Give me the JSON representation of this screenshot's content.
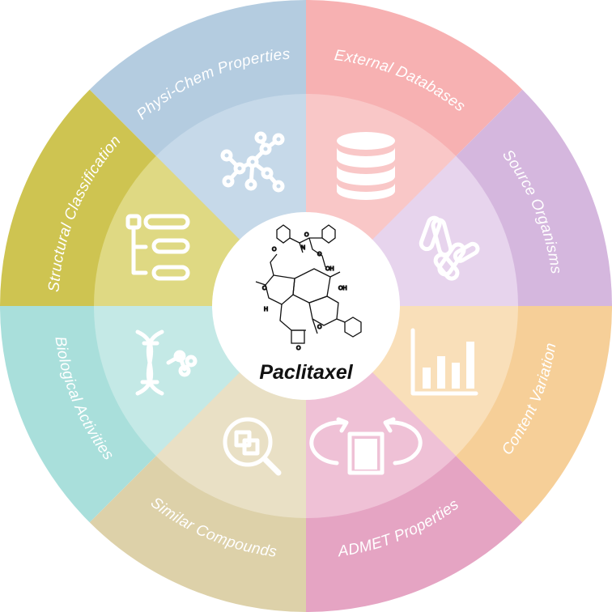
{
  "center": {
    "title": "Paclitaxel",
    "image": "paclitaxel-structure"
  },
  "segments": [
    {
      "id": "physi-chem",
      "label": "Physi-Chem Properties",
      "outer_color": "#b4cce0",
      "inner_color": "#c6d9e9",
      "icon": "network-graph-icon"
    },
    {
      "id": "external-db",
      "label": "External Databases",
      "outer_color": "#f7b1b2",
      "inner_color": "#f9c7c7",
      "icon": "database-icon"
    },
    {
      "id": "source-org",
      "label": "Source Organisms",
      "outer_color": "#d5b7de",
      "inner_color": "#e7d4ed",
      "icon": "bacteria-icon"
    },
    {
      "id": "content-var",
      "label": "Content Variation",
      "outer_color": "#f6cf98",
      "inner_color": "#f9dfb9",
      "icon": "bar-chart-icon"
    },
    {
      "id": "admet",
      "label": "ADMET Properties",
      "outer_color": "#e5a4c3",
      "inner_color": "#efc1d6",
      "icon": "cup-cycle-icon"
    },
    {
      "id": "similar",
      "label": "Similar Compounds",
      "outer_color": "#ddd1a9",
      "inner_color": "#e9e0c5",
      "icon": "magnifier-icon"
    },
    {
      "id": "bio-act",
      "label": "Biological Activities",
      "outer_color": "#a9dfdb",
      "inner_color": "#c4e9e6",
      "icon": "dna-icon"
    },
    {
      "id": "struct-class",
      "label": "Structural Classification",
      "outer_color": "#cec451",
      "inner_color": "#dfd983",
      "icon": "tree-classification-icon"
    }
  ]
}
